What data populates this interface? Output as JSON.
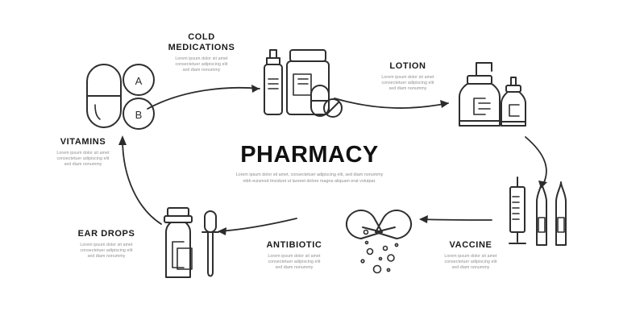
{
  "center": {
    "title": "PHARMACY",
    "body": "Lorem ipsum dolor sit amet, consectetuer adipiscing elit, sed diam nonummy\nnibh euismod tincidunt ut laoreet dolore magna aliquam erat volutpat."
  },
  "body_text": "Lorem ipsum dolor sit amet\nconsectetuer adipiscing elit\nsed diam nonummy",
  "colors": {
    "stroke": "#2e2e2e",
    "arrow": "#2b2b2b",
    "heading": "#1a1a1a",
    "body": "#8d8d8d",
    "background": "#ffffff"
  },
  "nodes": [
    {
      "id": "vitamins",
      "title": "VITAMINS",
      "body": "Lorem ipsum dolor sit amet\nconsectetuer adipiscing elit\nsed diam nonummy",
      "icon": "capsule-ab-tablets-icon",
      "tablet_labels": [
        "A",
        "B"
      ]
    },
    {
      "id": "cold-medications",
      "title": "COLD\nMEDICATIONS",
      "body": "Lorem ipsum dolor sit amet\nconsectetuer adipiscing elit\nsed diam nonummy",
      "icon": "pill-bottles-icon"
    },
    {
      "id": "lotion",
      "title": "LOTION",
      "body": "Lorem ipsum dolor sit amet\nconsectetuer adipiscing elit\nsed diam nonummy",
      "icon": "lotion-pump-bottles-icon"
    },
    {
      "id": "vaccine",
      "title": "VACCINE",
      "body": "Lorem ipsum dolor sit amet\nconsectetuer adipiscing elit\nsed diam nonummy",
      "icon": "syringe-ampoules-icon"
    },
    {
      "id": "antibiotic",
      "title": "ANTIBIOTIC",
      "body": "Lorem ipsum dolor sit amet\nconsectetuer adipiscing elit\nsed diam nonummy",
      "icon": "open-capsule-granules-icon"
    },
    {
      "id": "ear-drops",
      "title": "EAR DROPS",
      "body": "Lorem ipsum dolor sit amet\nconsectetuer adipiscing elit\nsed diam nonummy",
      "icon": "dropper-bottle-pipette-icon"
    }
  ],
  "flow": {
    "direction": "clockwise",
    "steps": [
      "vitamins",
      "cold-medications",
      "lotion",
      "vaccine",
      "antibiotic",
      "ear-drops"
    ]
  }
}
